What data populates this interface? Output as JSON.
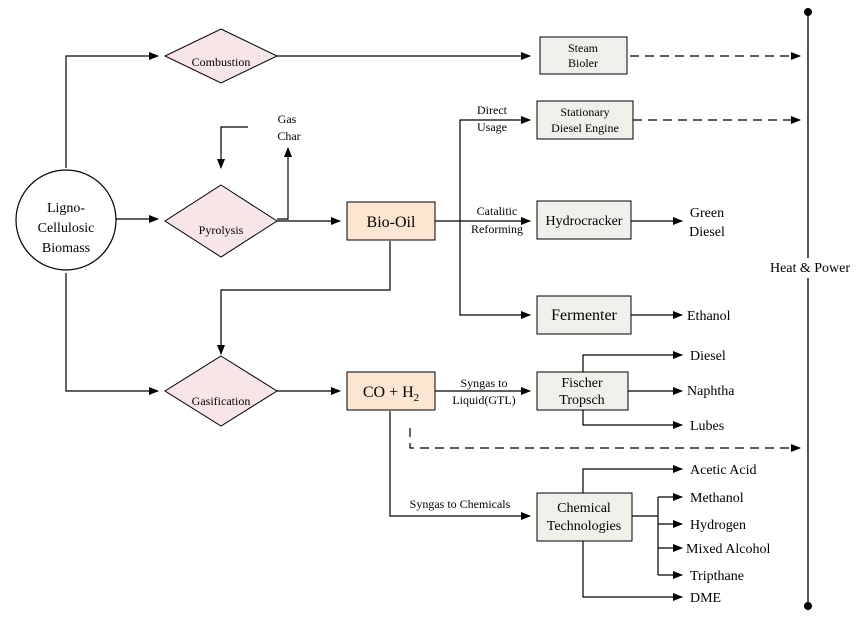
{
  "colors": {
    "diamond_fill": "#f8e5e8",
    "process_fill": "#eef1ea",
    "product_fill": "#fce6d2",
    "stroke": "#000000"
  },
  "source": {
    "line1": "Ligno-",
    "line2": "Cellulosic",
    "line3": "Biomass"
  },
  "processes": {
    "combustion": "Combustion",
    "pyrolysis": "Pyrolysis",
    "gasification": "Gasification"
  },
  "intermediates": {
    "bio_oil": "Bio-Oil",
    "syngas_co": "CO + H",
    "syngas_sub": "2"
  },
  "pyrolysis_byproducts": {
    "gas": "Gas",
    "char": "Char"
  },
  "units": {
    "steam_bioler": [
      "Steam",
      "Bioler"
    ],
    "stationary_engine": [
      "Stationary",
      "Diesel Engine"
    ],
    "hydrocracker": [
      "Hydrocracker"
    ],
    "fermenter": [
      "Fermenter"
    ],
    "fischer_tropsch": [
      "Fischer",
      "Tropsch"
    ],
    "chemical_tech": [
      "Chemical",
      "Technologies"
    ]
  },
  "edge_labels": {
    "direct_usage": [
      "Direct",
      "Usage"
    ],
    "catalytic_reforming": [
      "Catalitic",
      "Reforming"
    ],
    "syngas_to_liquid": [
      "Syngas to",
      "Liquid(GTL)"
    ],
    "syngas_to_chemicals": "Syngas to Chemicals"
  },
  "outputs": {
    "green_diesel": [
      "Green",
      "Diesel"
    ],
    "ethanol": "Ethanol",
    "diesel": "Diesel",
    "naphtha": "Naphtha",
    "lubes": "Lubes",
    "acetic_acid": "Acetic Acid",
    "methanol": "Methanol",
    "hydrogen": "Hydrogen",
    "mixed_alcohol": "Mixed Alcohol",
    "tripthane": "Tripthane",
    "dme": "DME"
  },
  "heat_power": "Heat & Power"
}
